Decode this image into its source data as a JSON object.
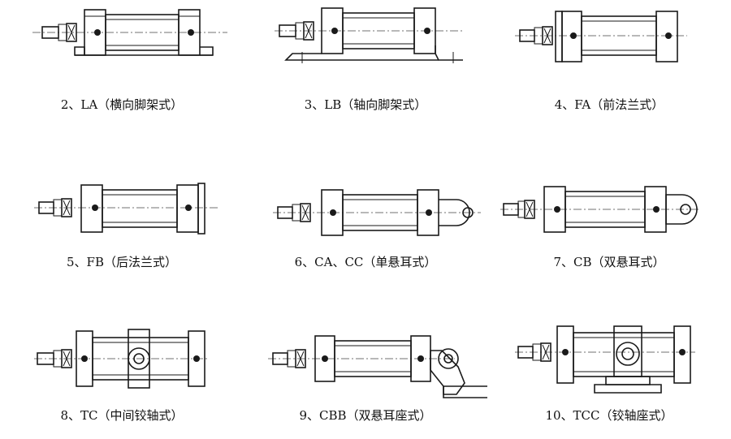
{
  "captions": [
    "2、LA（横向脚架式）",
    "3、LB（轴向脚架式）",
    "4、FA（前法兰式）",
    "5、FB（后法兰式）",
    "6、CA、CC（单悬耳式）",
    "7、CB（双悬耳式）",
    "8、TC（中间铰轴式）",
    "9、CBB（双悬耳座式）",
    "10、TCC（铰轴座式）"
  ]
}
